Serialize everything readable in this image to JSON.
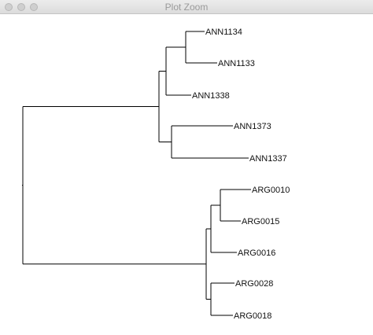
{
  "window": {
    "title": "Plot Zoom"
  },
  "chart_data": {
    "type": "dendrogram",
    "leaves": [
      "ANN1134",
      "ANN1133",
      "ANN1338",
      "ANN1373",
      "ANN1337",
      "ARG0010",
      "ARG0015",
      "ARG0016",
      "ARG0028",
      "ARG0018"
    ]
  }
}
